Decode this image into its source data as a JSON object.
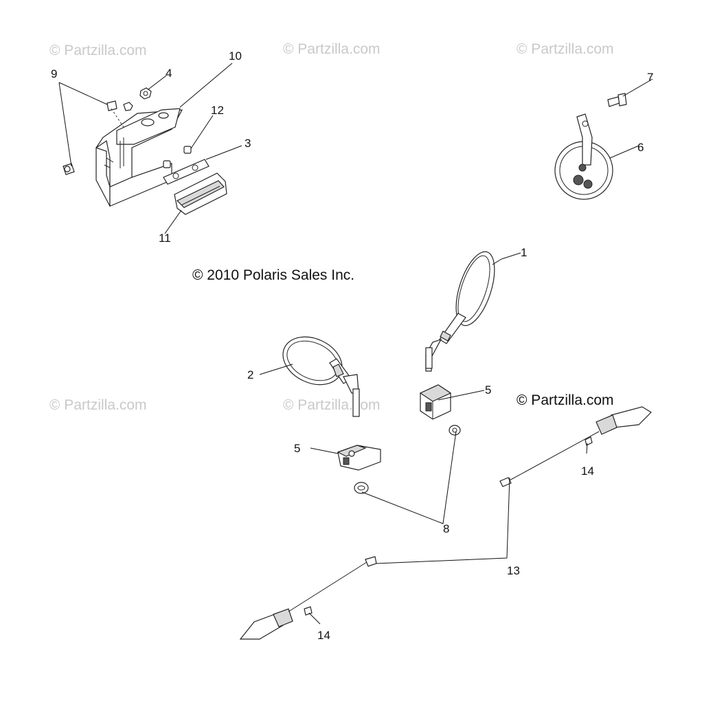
{
  "watermarks": [
    "© Partzilla.com",
    "© Partzilla.com",
    "© Partzilla.com",
    "© Partzilla.com",
    "© Partzilla.com"
  ],
  "watermark_dark": "© Partzilla.com",
  "copyright": "© 2010 Polaris Sales Inc.",
  "callouts": {
    "c1": "1",
    "c2": "2",
    "c3": "3",
    "c4": "4",
    "c5a": "5",
    "c5b": "5",
    "c6": "6",
    "c7": "7",
    "c8": "8",
    "c9": "9",
    "c10": "10",
    "c11": "11",
    "c12": "12",
    "c13": "13",
    "c14a": "14",
    "c14b": "14"
  },
  "parts": [
    "mirror-right",
    "mirror-left",
    "reflector-bracket",
    "nut",
    "mirror-clamp",
    "horn",
    "horn-bolt",
    "mirror-clamp-nut",
    "bracket-screw",
    "license-bracket",
    "license-lamp",
    "lamp-spacer",
    "turn-signal-harness",
    "signal-screw"
  ]
}
